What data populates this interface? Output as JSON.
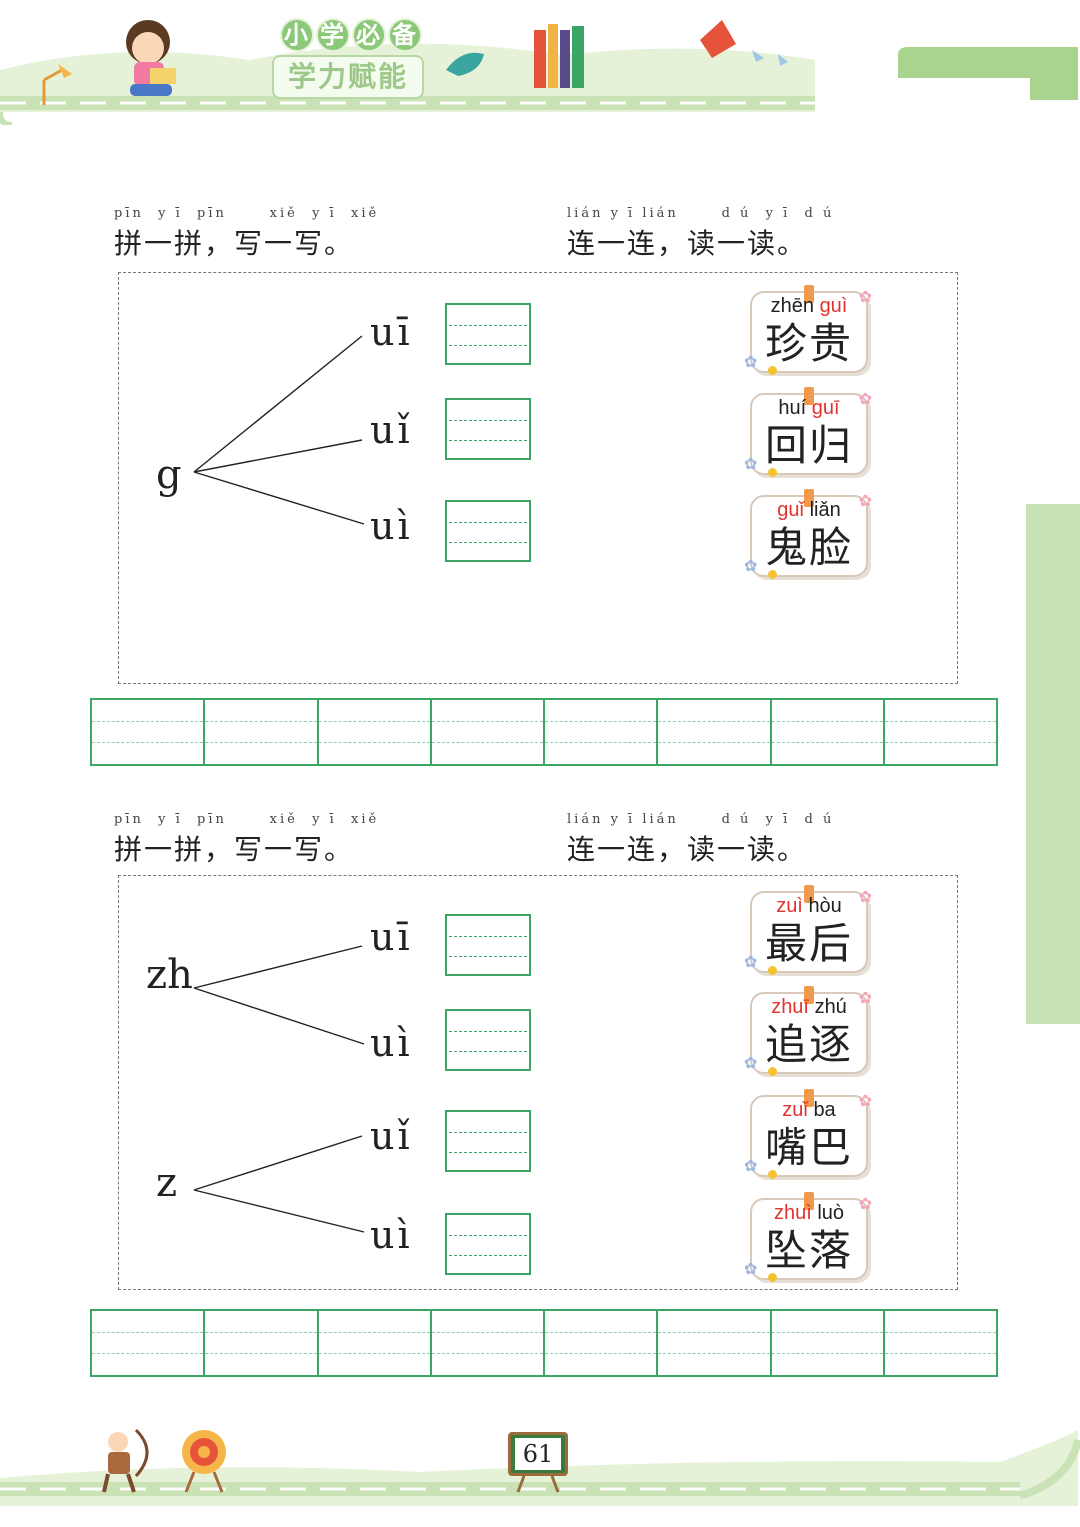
{
  "brand": {
    "top": [
      "小",
      "学",
      "必",
      "备"
    ],
    "bottom": "学力赋能"
  },
  "page_number": "61",
  "sections": [
    {
      "left_pinyin": "pīn  y ī  pīn      xiě  y ī  xiě",
      "left_title": "拼一拼，写一写。",
      "right_pinyin": "lián y ī lián      d ú  y ī  d ú",
      "right_title": "连一连，读一读。",
      "initials": [
        "g"
      ],
      "finals": [
        "uī",
        "uǐ",
        "uì"
      ],
      "cards": [
        {
          "py1": "zhēn",
          "py1_color": "black",
          "py2": "guì",
          "py2_color": "red",
          "hz": "珍贵"
        },
        {
          "py1": "huí",
          "py1_color": "black",
          "py2": "guī",
          "py2_color": "red",
          "hz": "回归"
        },
        {
          "py1": "guǐ",
          "py1_color": "red",
          "py2": "liǎn",
          "py2_color": "black",
          "hz": "鬼脸"
        }
      ]
    },
    {
      "left_pinyin": "pīn  y ī  pīn      xiě  y ī  xiě",
      "left_title": "拼一拼，写一写。",
      "right_pinyin": "lián y ī lián      d ú  y ī  d ú",
      "right_title": "连一连，读一读。",
      "initials": [
        "zh",
        "z"
      ],
      "finals": [
        "uī",
        "uì",
        "uǐ",
        "uì"
      ],
      "cards": [
        {
          "py1": "zuì",
          "py1_color": "red",
          "py2": "hòu",
          "py2_color": "black",
          "hz": "最后"
        },
        {
          "py1": "zhuī",
          "py1_color": "red",
          "py2": "zhú",
          "py2_color": "black",
          "hz": "追逐"
        },
        {
          "py1": "zuǐ",
          "py1_color": "red",
          "py2": "ba",
          "py2_color": "black",
          "hz": "嘴巴"
        },
        {
          "py1": "zhuì",
          "py1_color": "red",
          "py2": "luò",
          "py2_color": "black",
          "hz": "坠落"
        }
      ]
    }
  ],
  "colors": {
    "accent_green": "#3aa564",
    "light_green": "#c9e3b6",
    "red_pinyin": "#e2332f"
  }
}
